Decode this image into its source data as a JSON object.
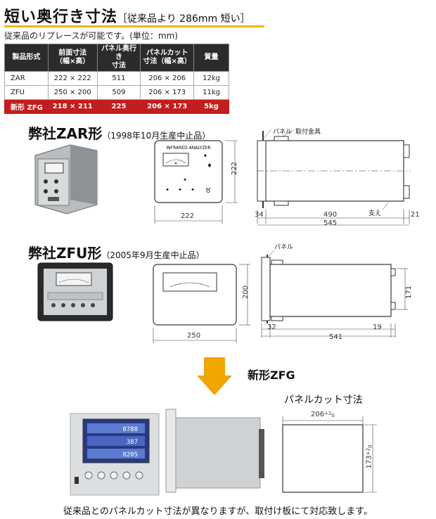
{
  "header": {
    "title": "短い奥行き寸法",
    "subtitle": "［従来品より 286mm 短い］",
    "note": "従来品のリプレースが可能です。(単位：mm)"
  },
  "spec_table": {
    "headers": [
      "製品形式",
      "前面寸法\n（幅×高）",
      "パネル奥行き\n寸法",
      "パネルカット\n寸法（幅×高）",
      "質量"
    ],
    "rows": [
      [
        "ZAR",
        "222 × 222",
        "511",
        "206 × 206",
        "12kg"
      ],
      [
        "ZFU",
        "250 × 200",
        "509",
        "206 × 173",
        "11kg"
      ],
      [
        "新形 ZFG",
        "218 × 211",
        "225",
        "206 × 173",
        "5kg"
      ]
    ]
  },
  "zar": {
    "heading": "弊社ZAR形",
    "note": "（1998年10月生産中止品）",
    "front_label": "INFRARED ANALYZER",
    "gauge_mark": "A",
    "width_dim": "222",
    "height_dim": "222",
    "side_label_panel": "パネル",
    "side_label_bracket": "取付金具",
    "side_label_support": "支え",
    "dim_front": "34",
    "dim_body": "490",
    "dim_rear": "21",
    "dim_total": "545"
  },
  "zfu": {
    "heading": "弊社ZFU形",
    "note": "（2005年9月生産中止品）",
    "width_dim": "250",
    "height_dim": "200",
    "side_label_panel": "パネル",
    "side_height": "171",
    "dim_front": "32",
    "dim_rear": "19",
    "dim_total": "541"
  },
  "zfg": {
    "heading": "新形ZFG",
    "screen_values": [
      "0788",
      "387",
      "0205"
    ]
  },
  "panel_cut": {
    "title": "パネルカット寸法",
    "width": "206",
    "width_tol_plus": "+2",
    "width_tol_minus": "0",
    "height": "173",
    "height_tol_plus": "+2",
    "height_tol_minus": "0"
  },
  "footer": {
    "note": "従来品とのパネルカット寸法が異なりますが、取付け板にて対応致します。"
  },
  "colors": {
    "accent_yellow": "#f2b800",
    "arrow_orange": "#f0a500",
    "new_row_red": "#c41d1d",
    "table_header": "#2b2b2b"
  }
}
